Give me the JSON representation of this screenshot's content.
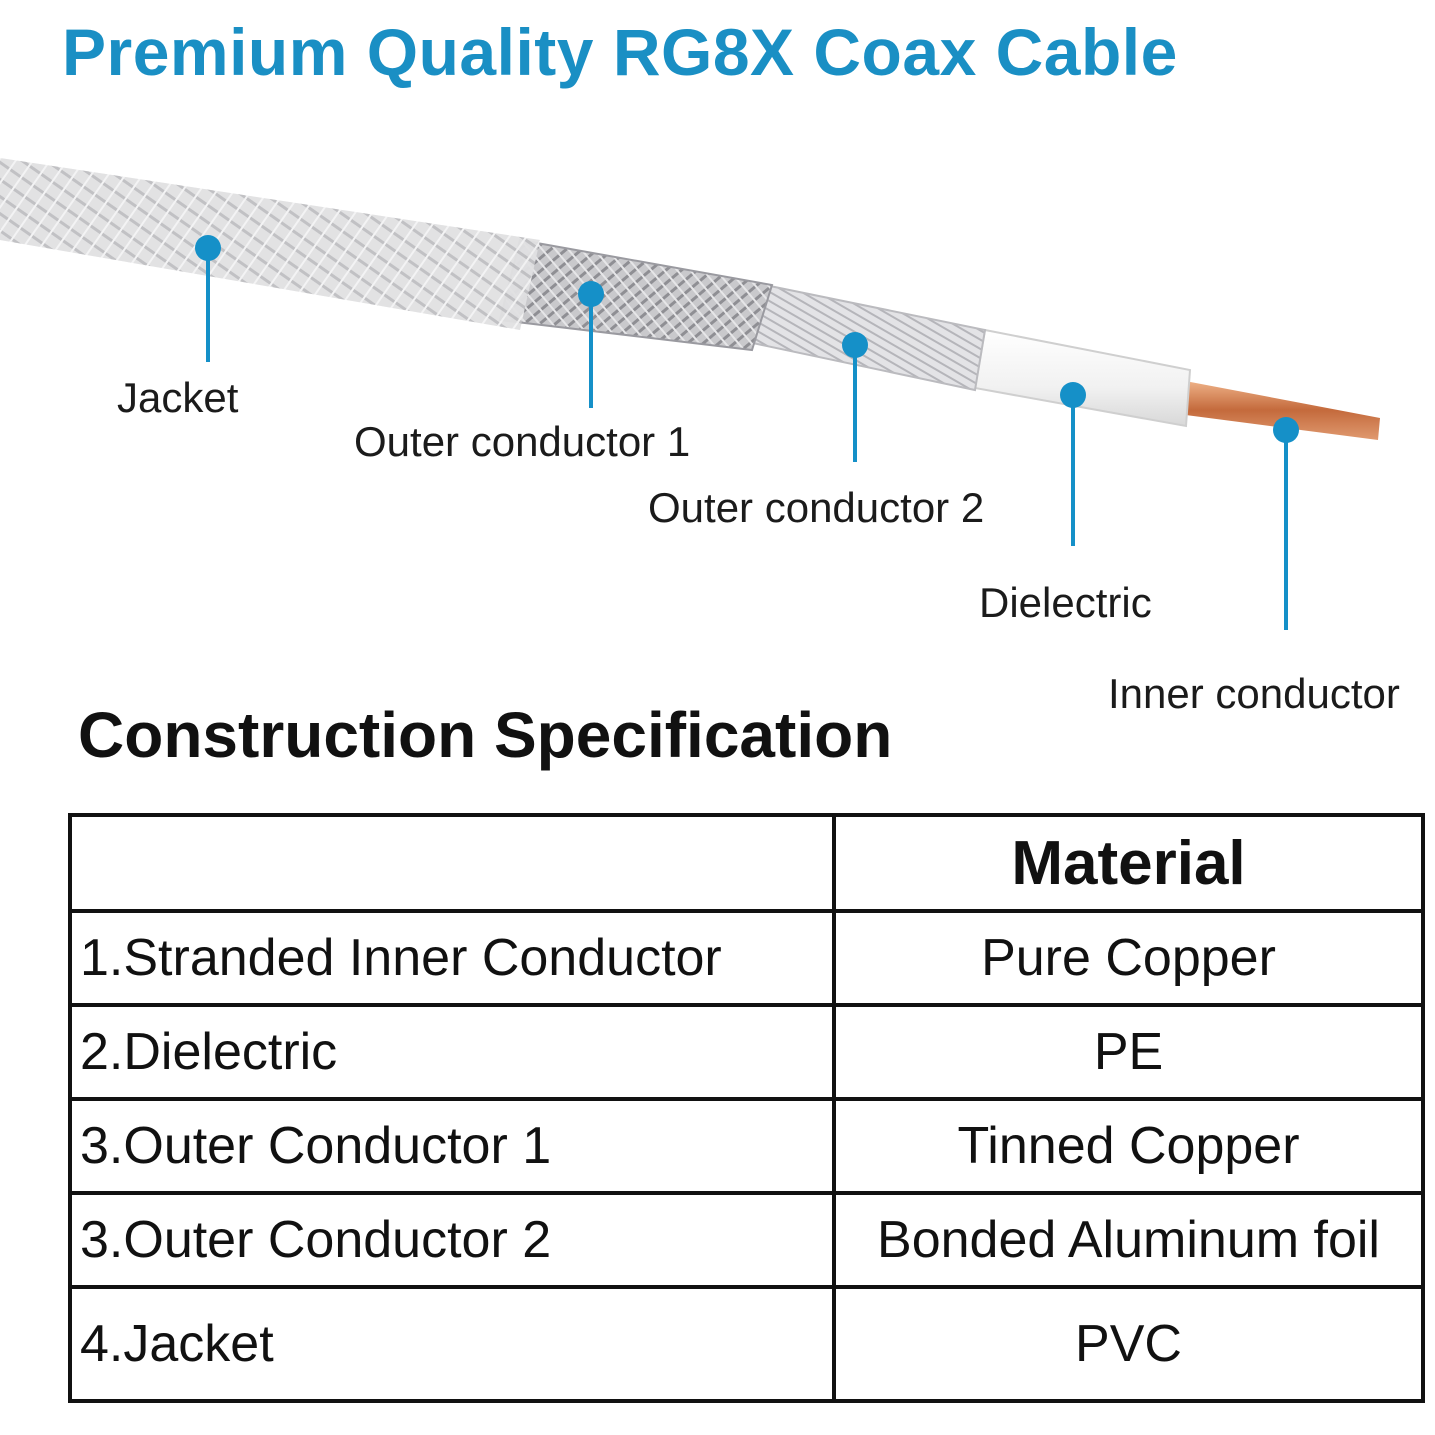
{
  "title": "Premium Quality RG8X Coax Cable",
  "accent_color": "#1590c8",
  "diagram": {
    "labels": {
      "jacket": "Jacket",
      "outer_conductor_1": "Outer conductor 1",
      "outer_conductor_2": "Outer conductor 2",
      "dielectric": "Dielectric",
      "inner_conductor": "Inner conductor"
    }
  },
  "spec": {
    "heading": "Construction Specification",
    "header": {
      "part": "",
      "material": "Material"
    },
    "rows": [
      {
        "part": "1.Stranded Inner Conductor",
        "material": "Pure Copper"
      },
      {
        "part": "2.Dielectric",
        "material": "PE"
      },
      {
        "part": "3.Outer Conductor 1",
        "material": "Tinned Copper"
      },
      {
        "part": "3.Outer Conductor 2",
        "material": "Bonded Aluminum foil"
      },
      {
        "part": "4.Jacket",
        "material": "PVC"
      }
    ]
  }
}
